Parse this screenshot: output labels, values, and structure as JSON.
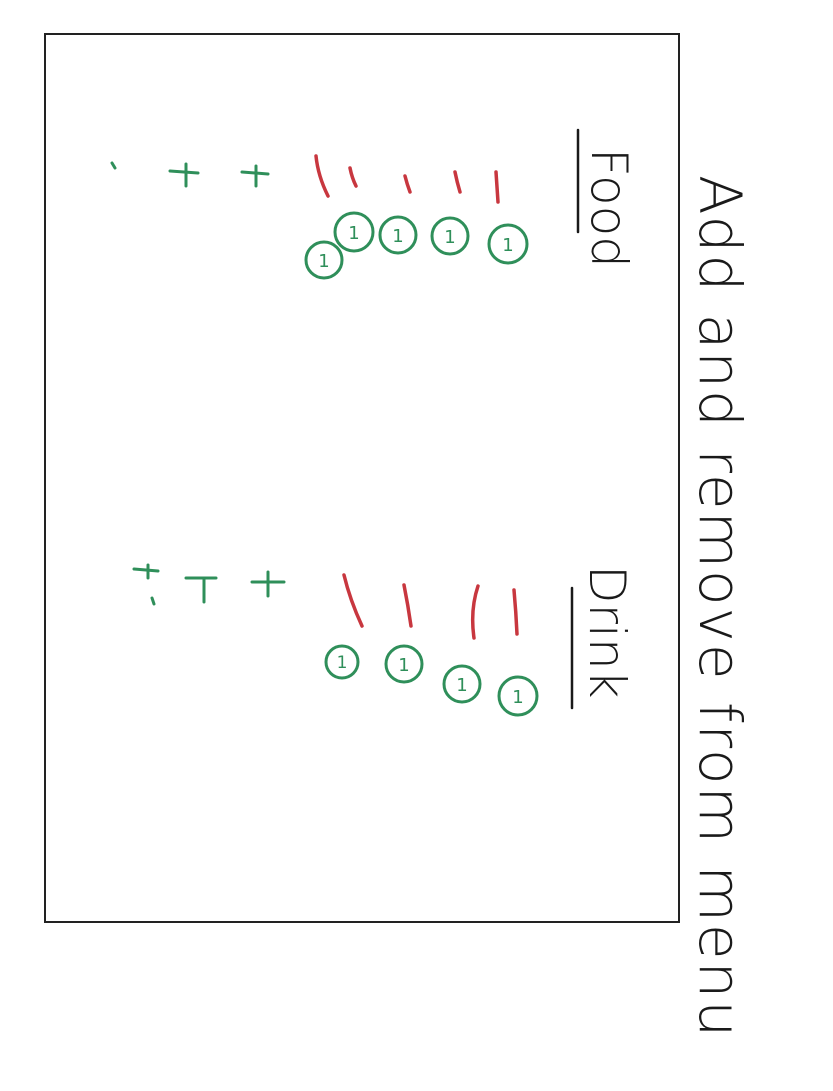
{
  "title": "Add and remove from menu",
  "sections": [
    {
      "label": "Food",
      "item_count": 5
    },
    {
      "label": "Drink",
      "item_count": 4
    }
  ],
  "item_badge": "1",
  "colors": {
    "ink": "#1a1a1a",
    "remove": "#c8373f",
    "add": "#2f8f5a",
    "frame": "#222222"
  }
}
